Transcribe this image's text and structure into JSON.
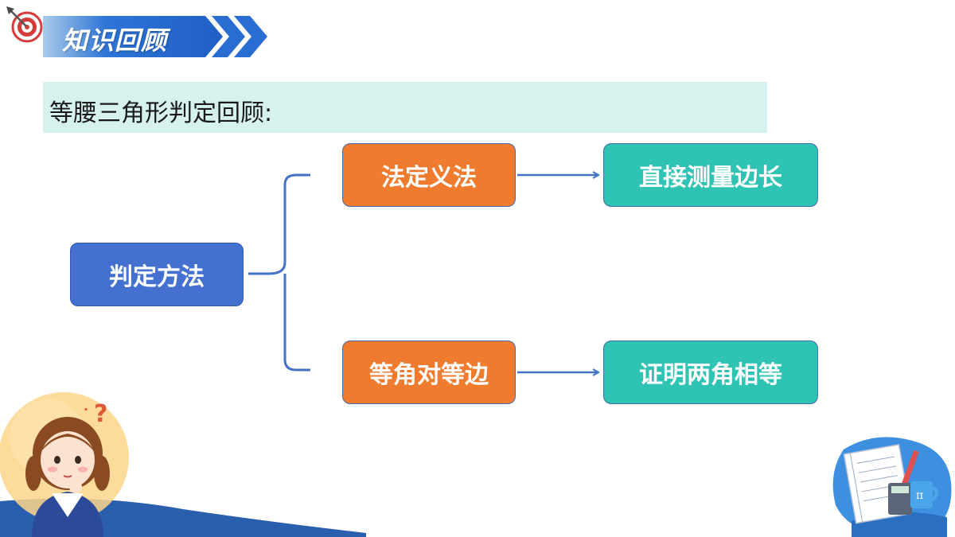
{
  "header": {
    "title": "知识回顾"
  },
  "section": {
    "heading": "等腰三角形判定回顾:"
  },
  "diagram": {
    "root": "判定方法",
    "branches": [
      {
        "method": "法定义法",
        "result": "直接测量边长"
      },
      {
        "method": "等角对等边",
        "result": "证明两角相等"
      }
    ]
  },
  "colors": {
    "root": "#4470cf",
    "method": "#ef7b2e",
    "result": "#2ec3b3",
    "connector": "#4472c4",
    "banner": "#2e74d6",
    "subtitle_bg": "#d6f2ef"
  },
  "decorations": {
    "top_left": "dart-target-icon",
    "bottom_left": "thinking-girl-illustration",
    "bottom_right": "math-notebook-illustration"
  }
}
